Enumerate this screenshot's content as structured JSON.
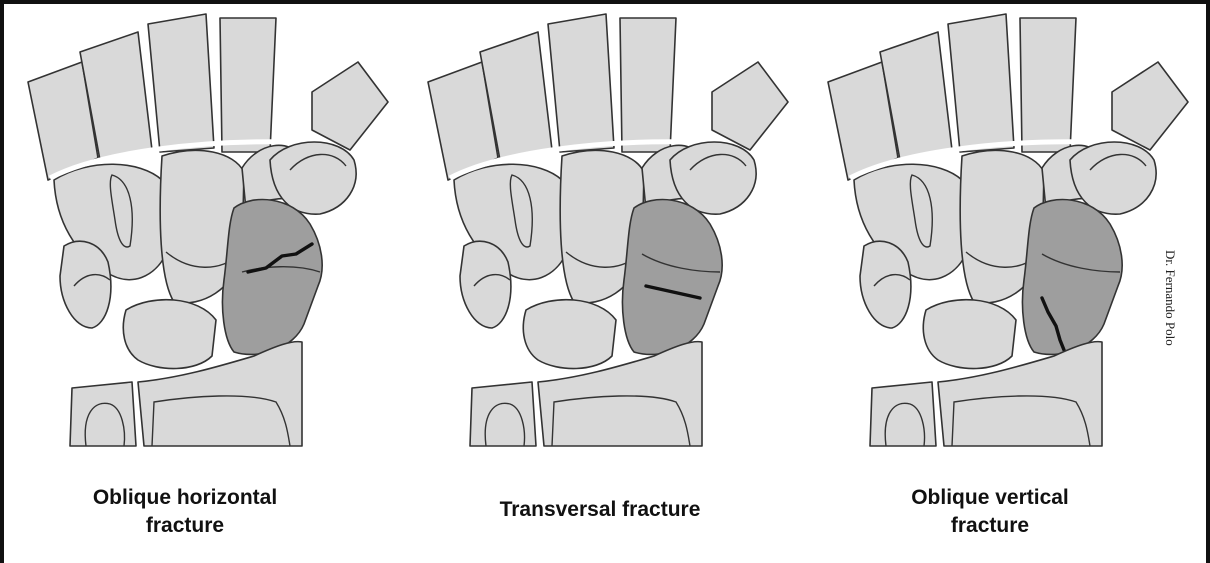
{
  "captions": {
    "panel1": "Oblique horizontal fracture",
    "panel2": "Transversal fracture",
    "panel3": "Oblique vertical fracture"
  },
  "credit": "Dr. Fernando Polo",
  "colors": {
    "bone_fill": "#d9d9d9",
    "scaphoid_fill": "#9e9e9e",
    "outline": "#333333",
    "fracture_line": "#111111"
  }
}
